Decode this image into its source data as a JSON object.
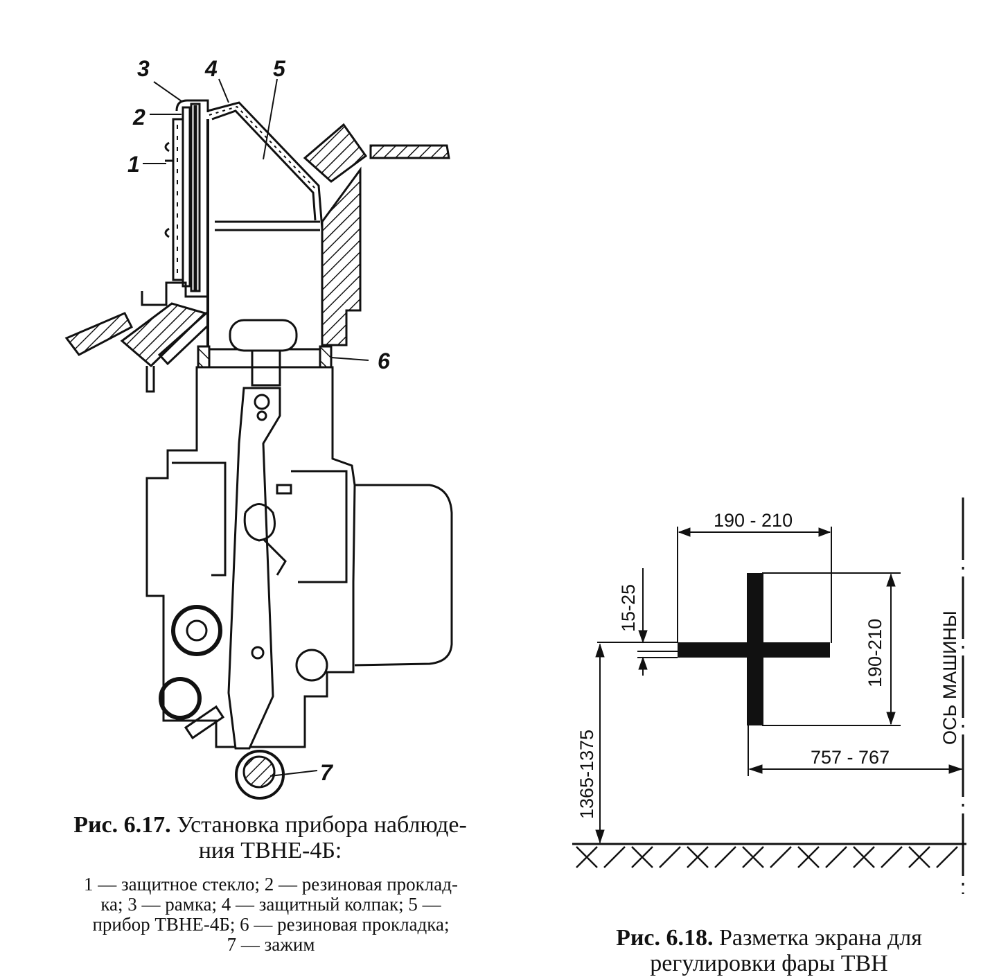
{
  "fig617": {
    "labels": [
      "1",
      "2",
      "3",
      "4",
      "5",
      "6",
      "7"
    ],
    "caption_number": "Рис. 6.17.",
    "caption_title_line1": "Установка прибора наблюде-",
    "caption_title_line2": "ния ТВНЕ-4Б:",
    "legend_line1": "1 — защитное стекло; 2 — резиновая проклад-",
    "legend_line2": "ка; 3 — рамка; 4 — защитный колпак; 5 —",
    "legend_line3": "прибор ТВНЕ-4Б; 6 — резиновая прокладка;",
    "legend_line4": "7 — зажим"
  },
  "fig618": {
    "dim_width": "190 - 210",
    "dim_height": "190-210",
    "dim_offset": "15-25",
    "dim_ground": "1365-1375",
    "dim_axis": "757 - 767",
    "axis_label": "ОСЬ МАШИНЫ",
    "caption_number": "Рис. 6.18.",
    "caption_title_line1": "Разметка экрана для",
    "caption_title_line2": "регулировки фары ТВН"
  }
}
